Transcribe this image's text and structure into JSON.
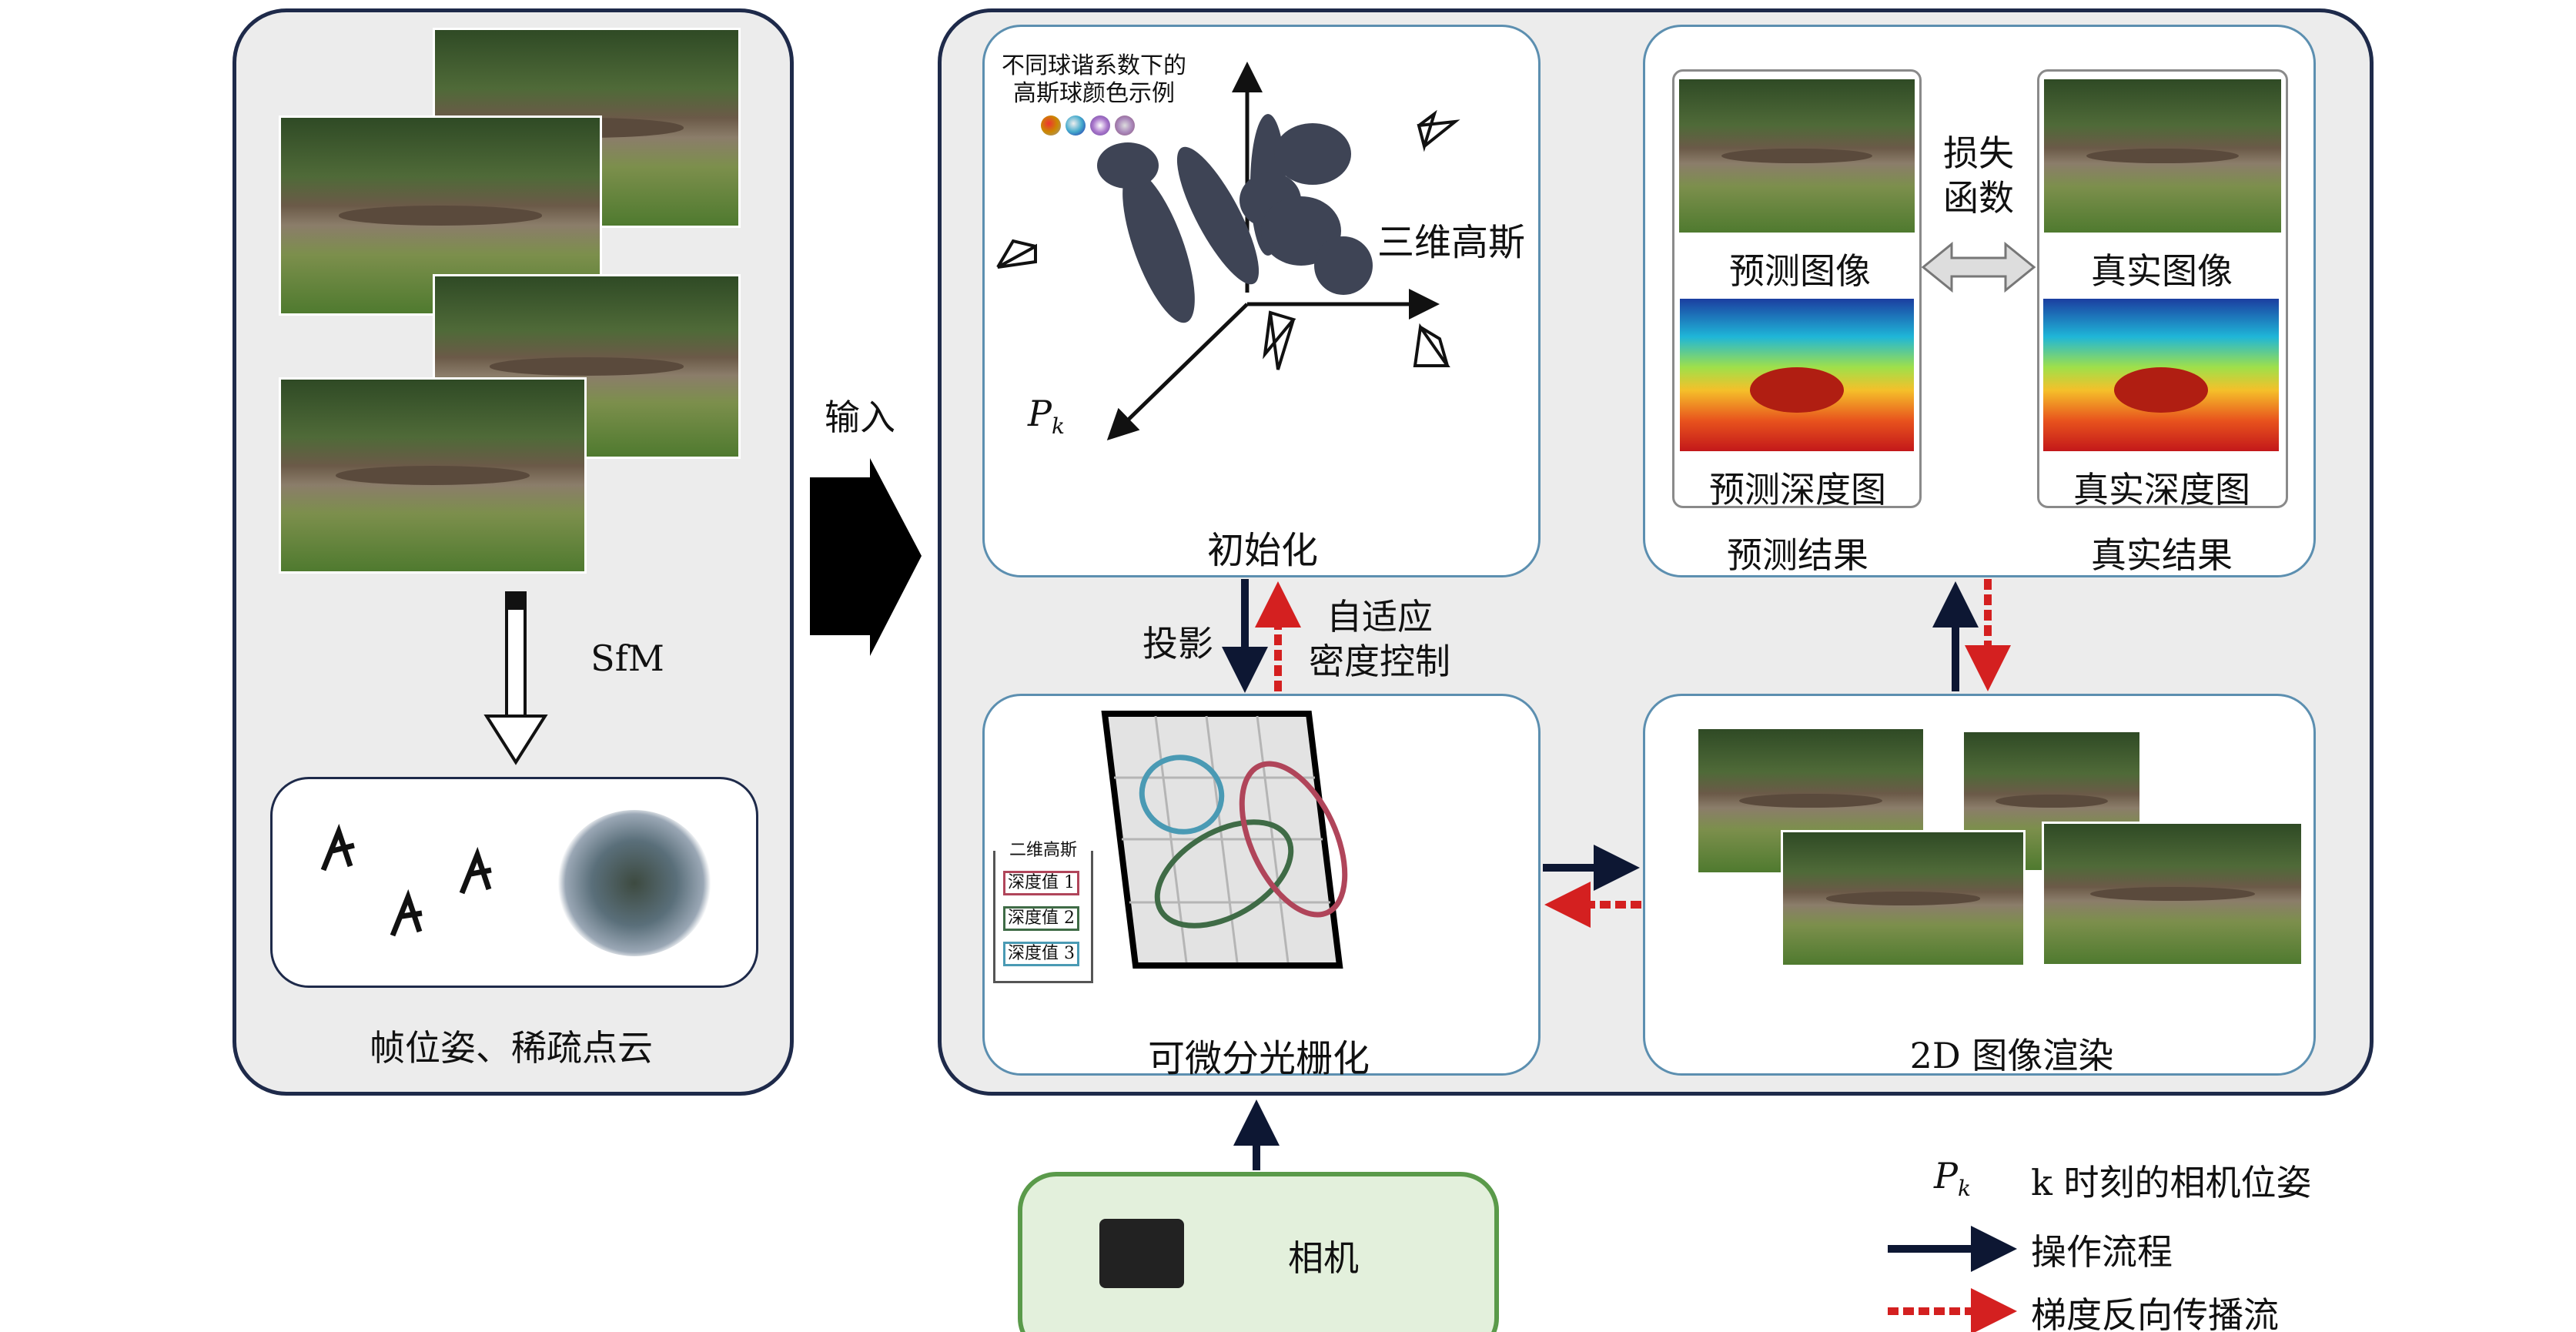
{
  "left_panel": {
    "sfm_label": "SfM",
    "output_label": "帧位姿、稀疏点云"
  },
  "input_label": "输入",
  "init_box": {
    "sh_caption_line1": "不同球谐系数下的",
    "sh_caption_line2": "高斯球颜色示例",
    "gaussians_label": "三维高斯",
    "pose_label": "P",
    "pose_subscript": "k",
    "title": "初始化"
  },
  "result_box": {
    "loss_line1": "损失",
    "loss_line2": "函数",
    "pred_image": "预测图像",
    "true_image": "真实图像",
    "pred_depth": "预测深度图",
    "true_depth": "真实深度图",
    "pred_result": "预测结果",
    "true_result": "真实结果"
  },
  "projection_label": "投影",
  "density_line1": "自适应",
  "density_line2": "密度控制",
  "raster_box": {
    "legend_title": "二维高斯",
    "legend_items": [
      "深度值 1",
      "深度值 2",
      "深度值 3"
    ],
    "ellipse_colors": [
      "#b0455a",
      "#3f6b46",
      "#4a9ab4"
    ],
    "title": "可微分光栅化"
  },
  "render_box": {
    "title": "2D 图像渲染"
  },
  "camera_box": {
    "label": "相机"
  },
  "legend": {
    "pose_symbol": "P",
    "pose_sub": "k",
    "pose_text": "k 时刻的相机位姿",
    "flow_text": "操作流程",
    "grad_text": "梯度反向传播流"
  },
  "colors": {
    "flow_arrow": "#0d1733",
    "grad_arrow": "#d42020",
    "box_border": "#5c8fb0",
    "panel_border": "#1e2a4a",
    "camera_fill": "#e3f0dc",
    "camera_border": "#5a9a4a"
  }
}
